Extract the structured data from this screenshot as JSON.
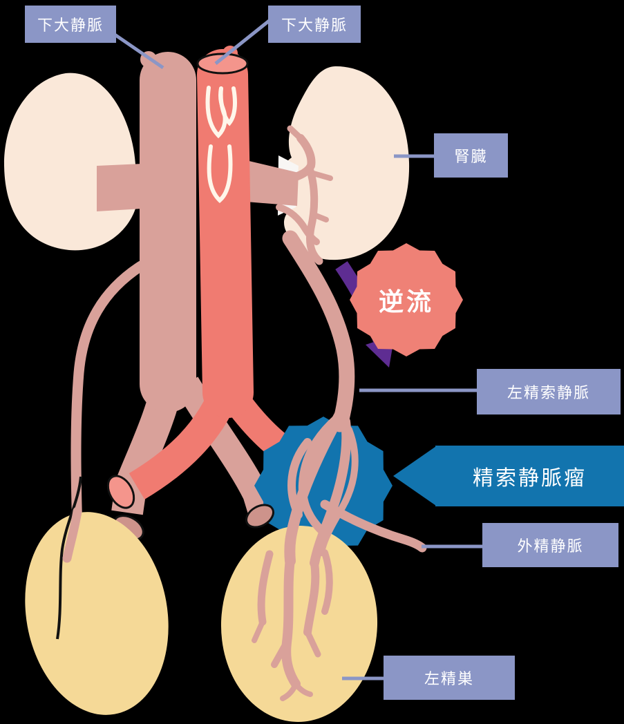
{
  "figure": {
    "title": "varicocele-anatomy-diagram",
    "background": "#000000",
    "labels": {
      "ivc_left": "下大静脈",
      "ivc_right": "下大静脈",
      "kidney": "腎臓",
      "reflux": "逆流",
      "left_spermatic_vein": "左精索静脈",
      "varicocele": "精索静脈瘤",
      "external_spermatic_vein": "外精静脈",
      "left_testis": "左精巣"
    },
    "colors": {
      "background": "#000000",
      "label_box": "#8B96C6",
      "label_text": "#FFFFFF",
      "leader_line": "#8B96C6",
      "banner_blue": "#1274AE",
      "badge_red": "#EF8176",
      "arrow_purple": "#5E2D92",
      "kidney_fill": "#FAE8D9",
      "vein_pink": "#D9A19A",
      "vein_cut": "#CD938B",
      "artery_red": "#F07B71",
      "artery_cut": "#F4958C",
      "testis_yellow": "#F5D997",
      "valve_white": "#FFF6EA",
      "hilum_white": "#F8F6F4",
      "outline_black": "#111111"
    }
  }
}
